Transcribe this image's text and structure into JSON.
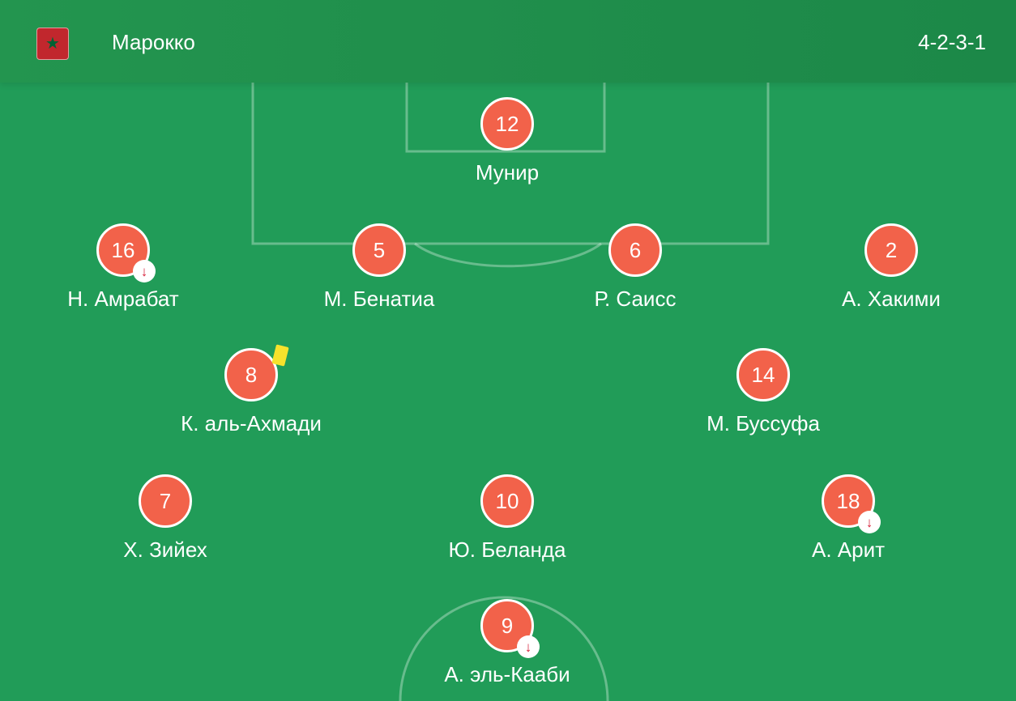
{
  "header": {
    "team_name": "Марокко",
    "formation": "4-2-3-1",
    "flag_icon": "morocco-flag-icon",
    "flag_colors": {
      "field": "#c1272d",
      "star": "#006233"
    }
  },
  "colors": {
    "pitch": "#219c58",
    "header": "#1e8c4b",
    "player_disc": "#f2624a",
    "substitution_arrow": "#d7213a",
    "yellow_card": "#f6e22c"
  },
  "players": {
    "gk": {
      "number": "12",
      "name": "Мунир"
    },
    "lb": {
      "number": "16",
      "name": "Н. Амрабат",
      "event": "substituted",
      "event_icon": "sub-out-arrow-icon"
    },
    "cb1": {
      "number": "5",
      "name": "М. Бенатиа"
    },
    "cb2": {
      "number": "6",
      "name": "Р. Саисс"
    },
    "rb": {
      "number": "2",
      "name": "А. Хакими"
    },
    "dm1": {
      "number": "8",
      "name": "К. аль-Ахмади",
      "event": "yellow card",
      "event_icon": "yellow-card-icon"
    },
    "dm2": {
      "number": "14",
      "name": "М. Буссуфа"
    },
    "lw": {
      "number": "7",
      "name": "Х. Зийех"
    },
    "am": {
      "number": "10",
      "name": "Ю. Беланда"
    },
    "rw": {
      "number": "18",
      "name": "А. Арит",
      "event": "substituted",
      "event_icon": "sub-out-arrow-icon"
    },
    "st": {
      "number": "9",
      "name": "А. эль-Кааби",
      "event": "substituted",
      "event_icon": "sub-out-arrow-icon"
    }
  }
}
